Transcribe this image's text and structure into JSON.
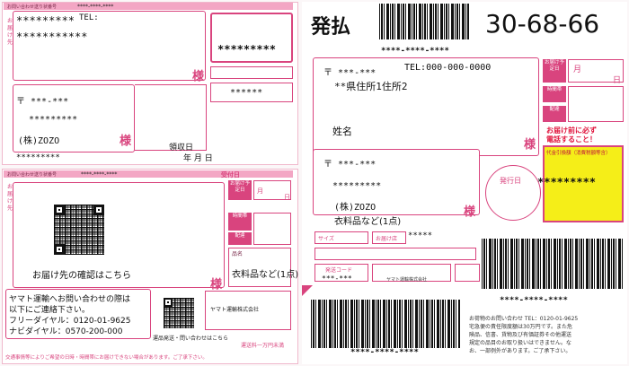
{
  "left_top": {
    "header_label": "お問い合わせ送り状番号",
    "header_tracking": "****-****-****",
    "name_line1": "*********",
    "name_line2": "***********",
    "tel_label": "TEL:",
    "tracking_box": "*********",
    "small_box": "******",
    "sama": "様",
    "postal": "〒 ***-***",
    "address_stars": "*********",
    "company": "(株)ZOZO",
    "receipt_date_label": "領収日",
    "receipt_date_fields": "年  月  日",
    "bottom_stars": "*********"
  },
  "left_bottom": {
    "header_label": "お問い合わせ送り状番号",
    "header_tracking": "****-****-****",
    "received_label": "受付日",
    "month_label": "月",
    "day_label": "日",
    "confirm_text": "お届け先の確認はこちら",
    "sama": "様",
    "item_label": "品名",
    "item_text": "衣料品など(1点)",
    "contact_line1": "ヤマト運輸へお問い合わせの際は",
    "contact_line2": "以下にご連絡下さい。",
    "contact_line3": "フリーダイヤル：0120-01-9625",
    "contact_line4": "ナビダイヤル：0570-200-000",
    "yamato_label": "ヤマト運輸株式会社",
    "footer_note": "運品発送・問い合わせはこちら",
    "insurance_note": "運送料一万円未満",
    "bottom_note": "交通事情等によりご希望の日時・時間帯にお届けできない場合があります。ご了承下さい。"
  },
  "right": {
    "title": "発払",
    "route_code": "30-68-66",
    "header_tracking": "****-****-****",
    "delivery_box_label": "お届け予定日",
    "recipient_postal": "〒 ***-***",
    "recipient_tel": "TEL:000-000-0000",
    "recipient_address": "**県住所1住所2",
    "recipient_name": "姓名",
    "sama1": "様",
    "sender_postal": "〒 ***-***",
    "sender_stars": "*********",
    "sender_company": "(株)ZOZO",
    "item_text": "衣料品など(1点)",
    "sama2": "様",
    "caution_line1": "お届け前に必ず",
    "caution_line2": "電話すること！",
    "cod_label": "代金引換額（消費税額等含）",
    "cod_amount": "*********",
    "stamp_label": "発行日",
    "size_label": "サイズ",
    "size_value": "*****",
    "ship_code_label": "発送コード",
    "ship_code_value": "***-***",
    "deliver_label": "配達",
    "store_label": "お届け店",
    "bottom_tracking_1": "****-****-****",
    "bottom_tracking_2": "****-****-****",
    "contact_text_1": "お荷物のお問い合わせ TEL：0120-01-9625",
    "contact_text_2": "宅急便の責任限度額は30万円です。また危",
    "contact_text_3": "険品、信書、貨物及び有価証券その他運送",
    "contact_text_4": "規定の品目のお取り扱いはできません。な",
    "contact_text_5": "お、一部例外があります。ご了承下さい。",
    "yamato_small": "ヤマト運輸株式会社",
    "month_label": "月",
    "day_label": "日",
    "time_label": "時間帯"
  },
  "colors": {
    "accent": "#d9447e",
    "yellow": "#f5ee18"
  }
}
